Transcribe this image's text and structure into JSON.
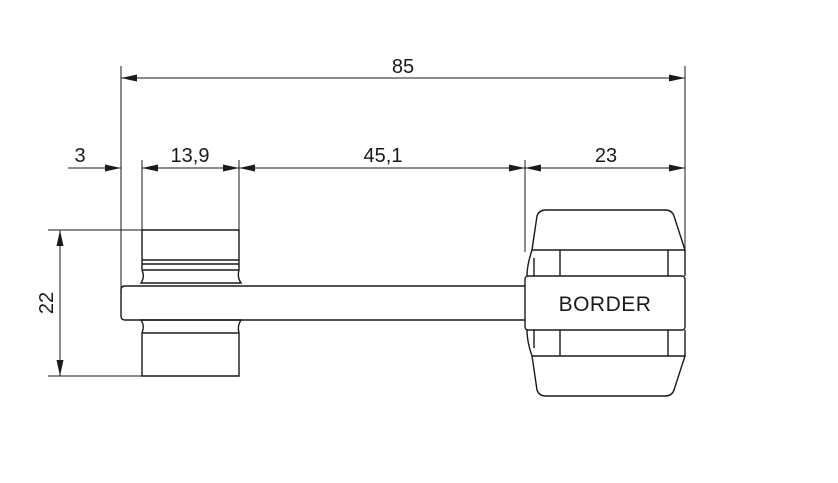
{
  "dimensions": {
    "overall_length": "85",
    "offset": "3",
    "head_width": "13,9",
    "shaft_length": "45,1",
    "handle_width": "23",
    "head_height": "22"
  },
  "brand": "BORDER",
  "colors": {
    "line": "#1a1a1a",
    "background": "#ffffff"
  }
}
